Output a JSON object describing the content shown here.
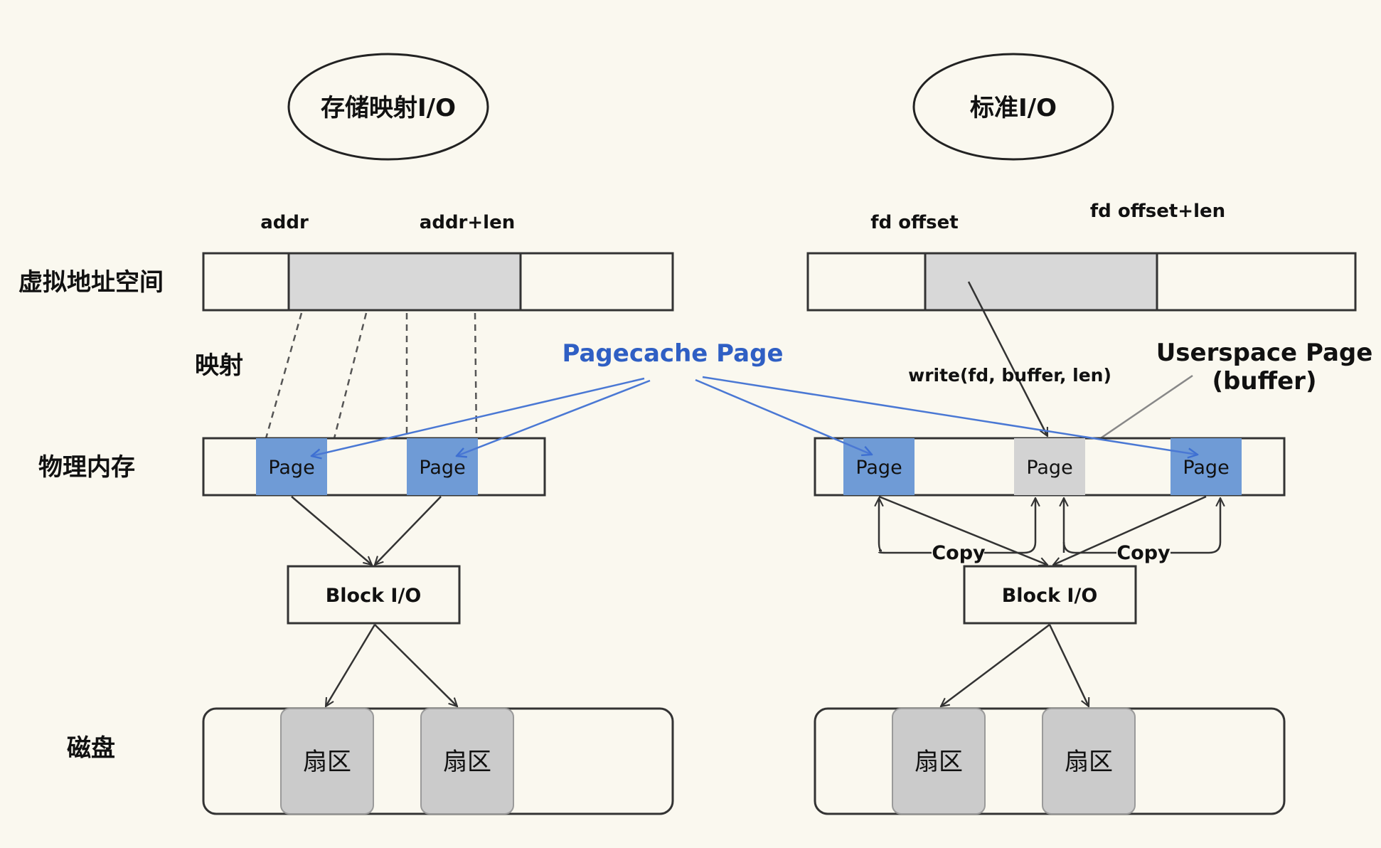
{
  "titles": {
    "mmap": "存储映射I/O",
    "std": "标准I/O"
  },
  "row_labels": {
    "virtual": "虚拟地址空间",
    "map": "映射",
    "physical": "物理内存",
    "disk": "磁盘"
  },
  "left": {
    "addr": "addr",
    "addr_len": "addr+len",
    "page": "Page",
    "block_io": "Block I/O",
    "sector": "扇区"
  },
  "right": {
    "fd_offset": "fd offset",
    "fd_offset_len": "fd offset+len",
    "write_call": "write(fd, buffer, len)",
    "userspace_line1": "Userspace Page",
    "userspace_line2": "(buffer)",
    "page": "Page",
    "copy": "Copy",
    "block_io": "Block I/O",
    "sector": "扇区"
  },
  "pagecache_label": "Pagecache Page",
  "colors": {
    "background": "#faf8ef",
    "page_blue": "#6f9bd6",
    "page_gray": "#d3d3d3",
    "mapped_region": "#d8d8d8",
    "sector": "#cbcbcb",
    "label_blue": "#2f5fc4",
    "arrow_blue": "#4a78d4"
  }
}
